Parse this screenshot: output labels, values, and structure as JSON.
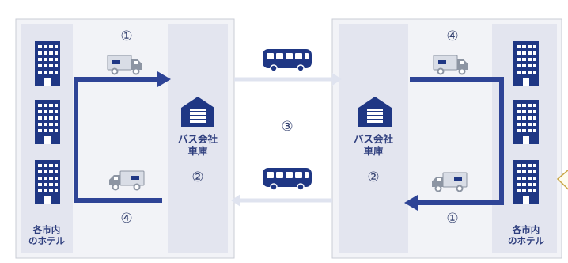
{
  "colors": {
    "panel": "#f2f3f7",
    "panel_border": "#c9ccd6",
    "column": "#e3e5ef",
    "navy": "#1f3784",
    "arrow_main": "#2e4496",
    "arrow_light": "#dfe3ef",
    "truck_cab": "#8d95a3",
    "truck_body": "#d9dde6",
    "bubble_border": "#c9a646",
    "bubble_fill": "#fefcef"
  },
  "left_panel": {
    "hotels_label": "各市内\nのホテル",
    "depot_label": "バス会社\n車庫",
    "depot_step": "②",
    "top_step": "①",
    "bottom_step": "④"
  },
  "right_panel": {
    "hotels_label": "各市内\nのホテル",
    "depot_label": "バス会社\n車庫",
    "depot_step": "②",
    "top_step": "④",
    "bottom_step": "①"
  },
  "middle_step": "③",
  "icons": {
    "hotel": "hotel-building-icon",
    "truck": "delivery-truck-icon",
    "bus": "bus-icon",
    "garage": "garage-icon",
    "callout": "speech-bubble"
  }
}
